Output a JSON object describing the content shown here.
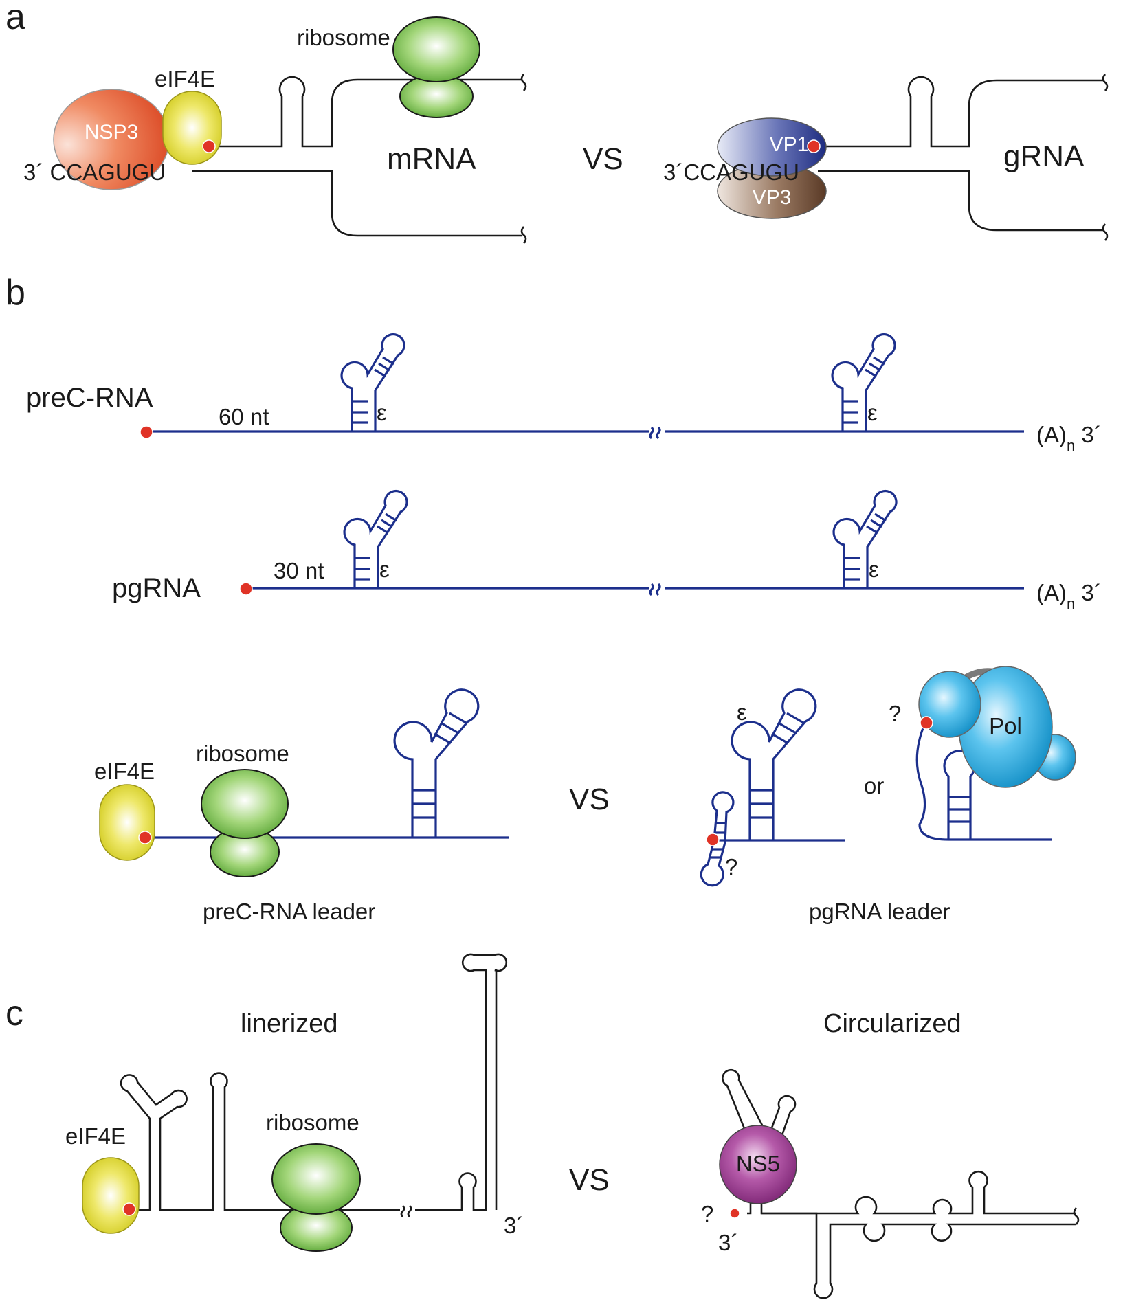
{
  "panels": {
    "a": {
      "letter": "a",
      "mrna": {
        "ribosome": "ribosome",
        "eif4e": "eIF4E",
        "nsp3": "NSP3",
        "seq": "3´ CCAGUGU",
        "name": "mRNA"
      },
      "vs": "VS",
      "grna": {
        "vp1": "VP1",
        "seq": "3´CCAGUGU",
        "vp3": "VP3",
        "name": "gRNA"
      }
    },
    "b": {
      "letter": "b",
      "prec": {
        "name": "preC-RNA",
        "len": "60 nt",
        "eps1": "ε",
        "eps2": "ε",
        "tail": "(A)",
        "tail_sub": "n",
        "tail_end": " 3´"
      },
      "pg": {
        "name": "pgRNA",
        "len": "30 nt",
        "eps1": "ε",
        "eps2": "ε",
        "tail": "(A)",
        "tail_sub": "n",
        "tail_end": " 3´"
      },
      "leader_left": {
        "eif4e": "eIF4E",
        "ribosome": "ribosome",
        "caption": "preC-RNA leader"
      },
      "vs": "VS",
      "leader_right": {
        "eps": "ε",
        "q1": "?",
        "or": "or",
        "q2": "?",
        "pol": "Pol",
        "caption": "pgRNA leader"
      }
    },
    "c": {
      "letter": "c",
      "left": {
        "title": "linerized",
        "eif4e": "eIF4E",
        "ribosome": "ribosome",
        "end": "3´"
      },
      "vs": "VS",
      "right": {
        "title": "Circularized",
        "ns5": "NS5",
        "q": "?",
        "end": "3´"
      }
    }
  },
  "colors": {
    "rna_black": "#1a1a1a",
    "rna_blue": "#1c2f8c",
    "cap_red": "#e03326",
    "ribosome_green": "#6cb33e",
    "eif4e_yellow": "#d8d21c",
    "nsp3_orange": "#e0522b",
    "vp1_navy": "#2c3a8f",
    "vp3_brown": "#6e4a34",
    "pol_cyan": "#1aa0d8",
    "ns5_purple": "#8b2c85",
    "tether_gray": "#7a7a7a"
  }
}
